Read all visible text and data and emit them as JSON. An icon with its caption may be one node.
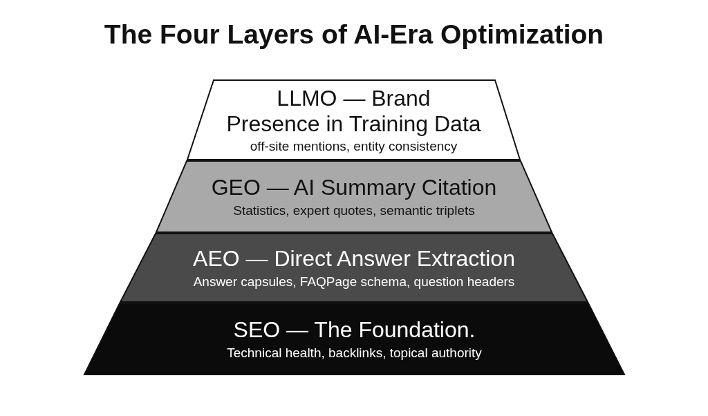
{
  "diagram": {
    "title": "The Four Layers of AI-Era Optimization",
    "nodes": [
      {
        "text": [
          "LLMO — Brand Presence in Training Data",
          "off-site mentions, entity consistency"
        ]
      },
      {
        "text": [
          "GEO — AI Summary Citation",
          "Statistics, expert quotes, semantic triplets"
        ]
      },
      {
        "text": [
          "AEO — Direct Answer Extraction",
          "Answer capsules, FAQPage schema, question headers"
        ]
      },
      {
        "text": [
          "SEO — The Foundation.",
          "Technical health, backlinks, topical authority"
        ]
      }
    ]
  }
}
